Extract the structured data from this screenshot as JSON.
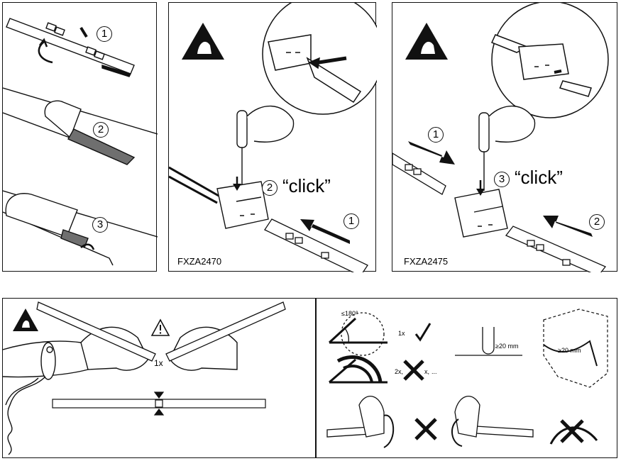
{
  "panel_left": {
    "step_numbers": [
      "1",
      "2",
      "3"
    ]
  },
  "panel_middle": {
    "code": "FXZA2470",
    "step_1": "1",
    "step_2": "2",
    "click_text": "“click”"
  },
  "panel_right": {
    "code": "FXZA2475",
    "step_1": "1",
    "step_2": "2",
    "step_3": "3",
    "click_text": "“click”"
  },
  "panel_bottom_left": {
    "cut_count": "1x"
  },
  "panel_bottom_right": {
    "angle_label": "≤180°",
    "ok_count": "1x",
    "bad_count_2x": "2x,",
    "bad_count_x": "x,",
    "bad_count_dots": "...",
    "min_radius_1": "≥20 mm",
    "min_radius_2": "≥20 mm"
  },
  "colors": {
    "ink": "#111111",
    "tape": "#6f6f6f",
    "paper": "#ffffff"
  },
  "icons": [
    "esd-warning-icon",
    "warning-triangle-icon",
    "check-icon",
    "cross-icon",
    "arrow-icon"
  ]
}
